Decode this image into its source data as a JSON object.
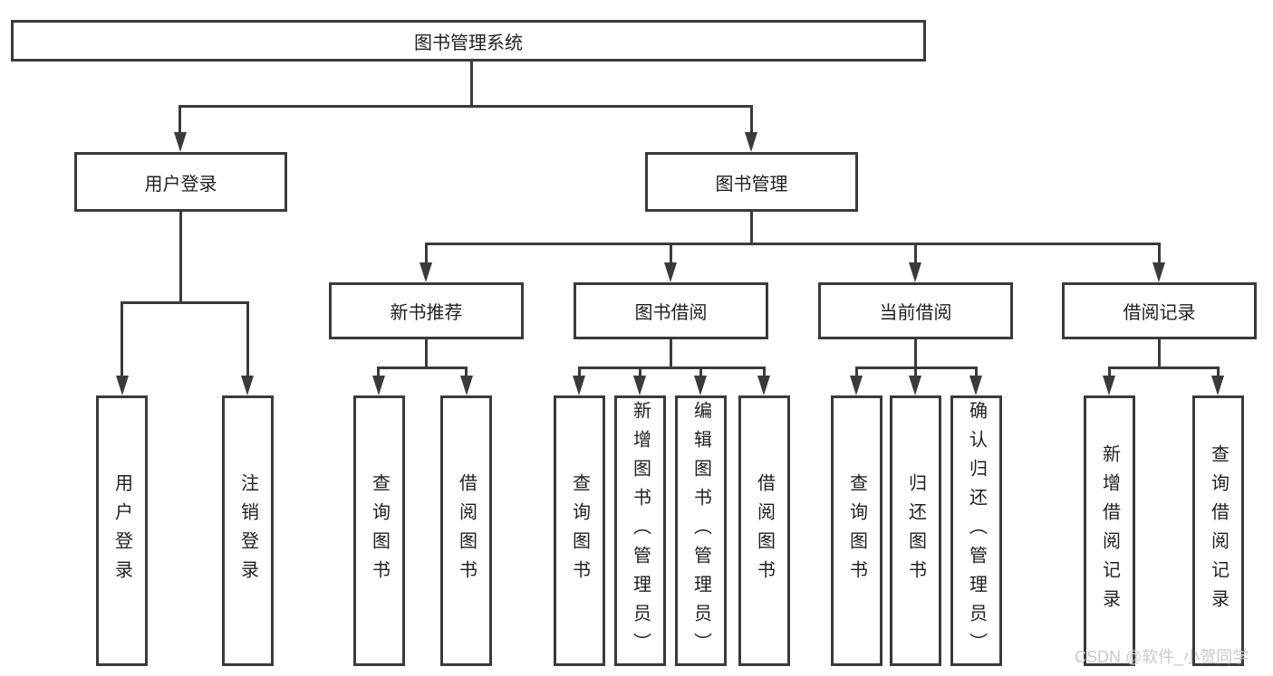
{
  "tree": {
    "label": "图书管理系统",
    "children": [
      {
        "label": "用户登录",
        "children": [
          {
            "label": "用户登录"
          },
          {
            "label": "注销登录"
          }
        ]
      },
      {
        "label": "图书管理",
        "children": [
          {
            "label": "新书推荐",
            "children": [
              {
                "label": "查询图书"
              },
              {
                "label": "借阅图书"
              }
            ]
          },
          {
            "label": "图书借阅",
            "children": [
              {
                "label": "查询图书"
              },
              {
                "label": "新增图书（管理员）"
              },
              {
                "label": "编辑图书（管理员）"
              },
              {
                "label": "借阅图书"
              }
            ]
          },
          {
            "label": "当前借阅",
            "children": [
              {
                "label": "查询图书"
              },
              {
                "label": "归还图书"
              },
              {
                "label": "确认归还（管理员）"
              }
            ]
          },
          {
            "label": "借阅记录",
            "children": [
              {
                "label": "新增借阅记录"
              },
              {
                "label": "查询借阅记录"
              }
            ]
          }
        ]
      }
    ]
  },
  "watermark": {
    "text": "CSDN @软件_小贺同学"
  },
  "colors": {
    "line": "#3a3a3c",
    "text": "#1f1f1f",
    "background": "#ffffff",
    "watermark_color": "#c9c9c9"
  }
}
